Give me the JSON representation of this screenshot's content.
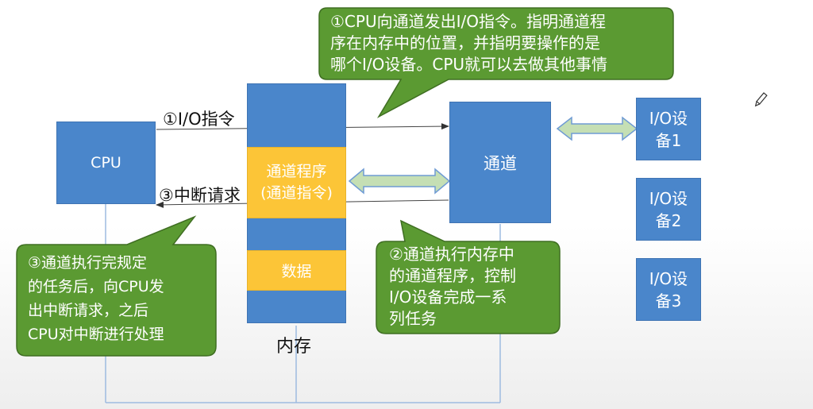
{
  "colors": {
    "box_blue": "#4a86cb",
    "memory_highlight": "#fcc537",
    "callout_green": "#5b9a32",
    "arrow_green": "#c5dfb4"
  },
  "cpu": {
    "label": "CPU"
  },
  "memory": {
    "caption": "内存",
    "channel_program_line1": "通道程序",
    "channel_program_line2": "(通道指令)",
    "data_label": "数据"
  },
  "channel": {
    "label": "通道"
  },
  "devices": [
    {
      "line1": "I/O设",
      "line2": "备1"
    },
    {
      "line1": "I/O设",
      "line2": "备2"
    },
    {
      "line1": "I/O设",
      "line2": "备3"
    }
  ],
  "arrows": {
    "io_instruction": "①I/O指令",
    "interrupt_request": "③中断请求"
  },
  "callouts": {
    "step1": [
      "①CPU向通道发出I/O指令。指明通道程",
      "序在内存中的位置，并指明要操作的是",
      "哪个I/O设备。CPU就可以去做其他事情"
    ],
    "step2": [
      "②通道执行内存中",
      "的通道程序，控制",
      "I/O设备完成一系",
      "列任务"
    ],
    "step3": [
      "③通道执行完规定",
      "的任务后，向CPU发",
      "出中断请求，之后",
      "CPU对中断进行处理"
    ]
  },
  "icons": {
    "pen": "pencil-icon"
  }
}
